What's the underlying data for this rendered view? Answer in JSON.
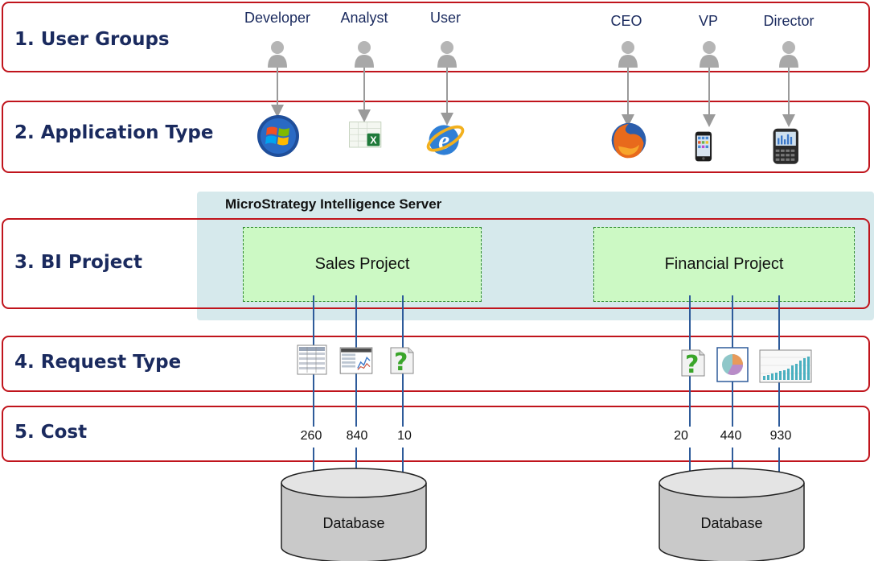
{
  "bands": [
    {
      "label": "1.  User Groups"
    },
    {
      "label": "2.  Application Type"
    },
    {
      "label": "3.  BI Project"
    },
    {
      "label": "4.  Request Type"
    },
    {
      "label": "5.  Cost"
    }
  ],
  "server": {
    "title": "MicroStrategy Intelligence Server"
  },
  "projects": {
    "sales": {
      "label": "Sales Project"
    },
    "financial": {
      "label": "Financial Project"
    }
  },
  "user_groups": [
    {
      "label": "Developer",
      "app": "windows-logo-icon"
    },
    {
      "label": "Analyst",
      "app": "excel-icon"
    },
    {
      "label": "User",
      "app": "internet-explorer-icon"
    },
    {
      "label": "CEO",
      "app": "firefox-icon"
    },
    {
      "label": "VP",
      "app": "iphone-icon"
    },
    {
      "label": "Director",
      "app": "blackberry-icon"
    }
  ],
  "requests": [
    {
      "icon": "table-report-icon",
      "cost": "260"
    },
    {
      "icon": "grid-graph-report-icon",
      "cost": "840"
    },
    {
      "icon": "ad-hoc-query-icon",
      "cost": "10"
    },
    {
      "icon": "ad-hoc-query-icon",
      "cost": "20"
    },
    {
      "icon": "pie-chart-icon",
      "cost": "440"
    },
    {
      "icon": "bar-chart-icon",
      "cost": "930"
    }
  ],
  "databases": [
    {
      "label": "Database"
    },
    {
      "label": "Database"
    }
  ],
  "colors": {
    "band_border": "#c0141c",
    "label_text": "#1a2a5e",
    "arrow": "#2e5b9a",
    "server_bg": "#d6e9ec",
    "project_bg": "#ccf9c4"
  }
}
